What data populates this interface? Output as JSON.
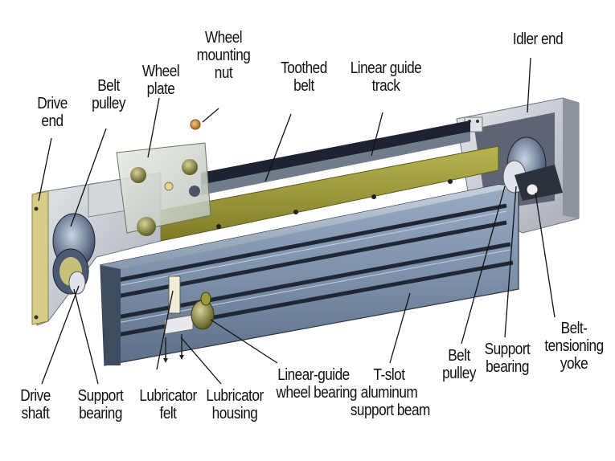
{
  "labels": {
    "drive_end": [
      "Drive",
      "end"
    ],
    "belt_pulley_left": [
      "Belt",
      "pulley"
    ],
    "wheel_plate": [
      "Wheel",
      "plate"
    ],
    "wheel_mounting_nut": [
      "Wheel",
      "mounting",
      "nut"
    ],
    "toothed_belt": [
      "Toothed",
      "belt"
    ],
    "linear_guide_track": [
      "Linear guide",
      "track"
    ],
    "idler_end": [
      "Idler end"
    ],
    "drive_shaft": [
      "Drive",
      "shaft"
    ],
    "support_bearing_left": [
      "Support",
      "bearing"
    ],
    "lubricator_felt": [
      "Lubricator",
      "felt"
    ],
    "lubricator_housing": [
      "Lubricator",
      "housing"
    ],
    "linear_guide_wheel_bearing": [
      "Linear-guide",
      "wheel bearing"
    ],
    "t_slot_beam": [
      "T-slot",
      "aluminum",
      "support beam"
    ],
    "belt_pulley_right": [
      "Belt",
      "pulley"
    ],
    "support_bearing_right": [
      "Support",
      "bearing"
    ],
    "belt_tensioning_yoke": [
      "Belt-",
      "tensioning",
      "yoke"
    ]
  },
  "colors": {
    "beam_blue": "#7f93ad",
    "beam_dark": "#2a3443",
    "track_olive": "#9c9a3a",
    "end_cap_yellow": "#d8cf8c",
    "bracket_grey": "#c9ccd2",
    "leader": "#111111"
  }
}
